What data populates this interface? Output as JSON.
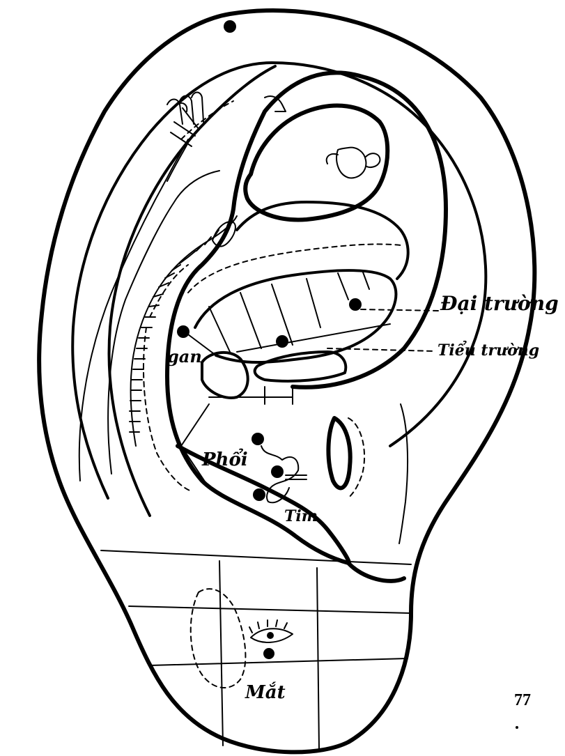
{
  "labels": {
    "dai_truong": "Đại trường",
    "tieu_truong": "Tiểu trường",
    "gan": "gan",
    "phoi": "Phổi",
    "tim": "Tim",
    "mat": "Mắt"
  },
  "page_number": "77"
}
